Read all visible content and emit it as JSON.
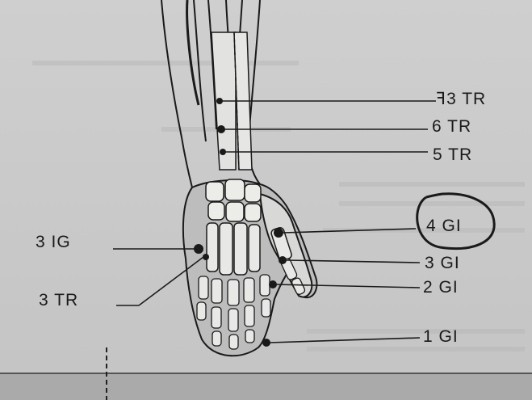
{
  "points": [
    {
      "id": "tr-3-upper",
      "label": "ꟻ3 TR"
    },
    {
      "id": "tr-6",
      "label": "6 TR"
    },
    {
      "id": "tr-5",
      "label": "5 TR"
    },
    {
      "id": "gi-4",
      "label": "4 GI",
      "circled": true
    },
    {
      "id": "gi-3",
      "label": "3 GI"
    },
    {
      "id": "gi-2",
      "label": "2 GI"
    },
    {
      "id": "gi-1",
      "label": "1 GI"
    },
    {
      "id": "ig-3",
      "label": "3 IG"
    },
    {
      "id": "tr-3-lower",
      "label": "3 TR"
    }
  ],
  "colors": {
    "paper": "#d2d2d2",
    "ink": "#1a1a1a",
    "bone": "#e8e8e6",
    "shadow": "#7a7a7a"
  }
}
